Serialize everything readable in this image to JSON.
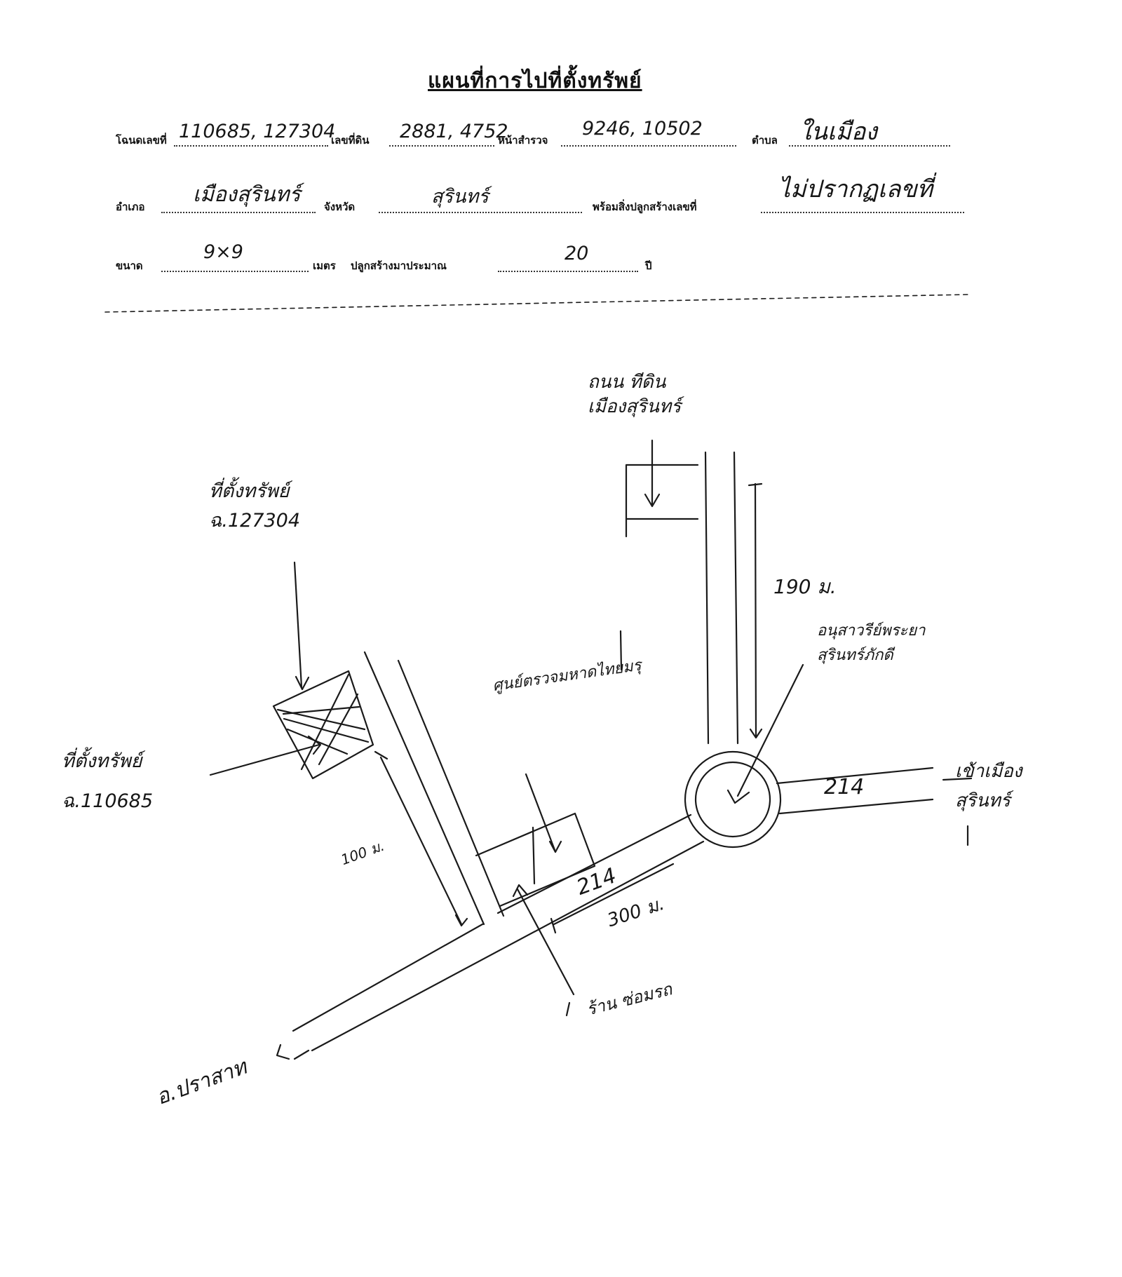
{
  "title": "แผนที่การไปที่ตั้งทรัพย์",
  "form": {
    "deed_label": "โฉนดเลขที่",
    "deed_value": "110685, 127304",
    "land_no_label": "เลขที่ดิน",
    "land_no_value": "2881, 4752",
    "survey_label": "หน้าสำรวจ",
    "survey_value": "9246, 10502",
    "subdistrict_label": "ตำบล",
    "subdistrict_value": "ในเมือง",
    "district_label": "อำเภอ",
    "district_value": "เมืองสุรินทร์",
    "province_label": "จังหวัด",
    "province_value": "สุรินทร์",
    "building_label": "พร้อมสิ่งปลูกสร้างเลขที่",
    "building_value": "ไม่ปรากฏเลขที่",
    "size_label": "ขนาด",
    "size_value": "9×9",
    "meter_label": "เมตร",
    "built_label": "ปลูกสร้างมาประมาณ",
    "built_value": "20",
    "year_label": "ปี"
  },
  "map": {
    "road_north_label": "ถนน ทีดิน\nเมืองสุรินทร์",
    "dist_north": "190 ม.",
    "monument": "อนุสาวรีย์พระยา\nสุรินทร์ภักดี",
    "to_mueang": "เข้าเมือง\nสุรินทร์",
    "road_east_number": "214",
    "road_mid_number": "214",
    "dist_main": "300 ม.",
    "dist_soi": "100 ม.",
    "property_1": "ที่ตั้งทรัพย์\nฉ.127304",
    "property_2": "ที่ตั้งทรัพย์\nฉ.110685",
    "school": "ศูนย์ตรวจมหาดไทยมรุ",
    "shop": "ร้าน ซ่อมรถ",
    "to_prasat": "อ.ปราสาท"
  }
}
